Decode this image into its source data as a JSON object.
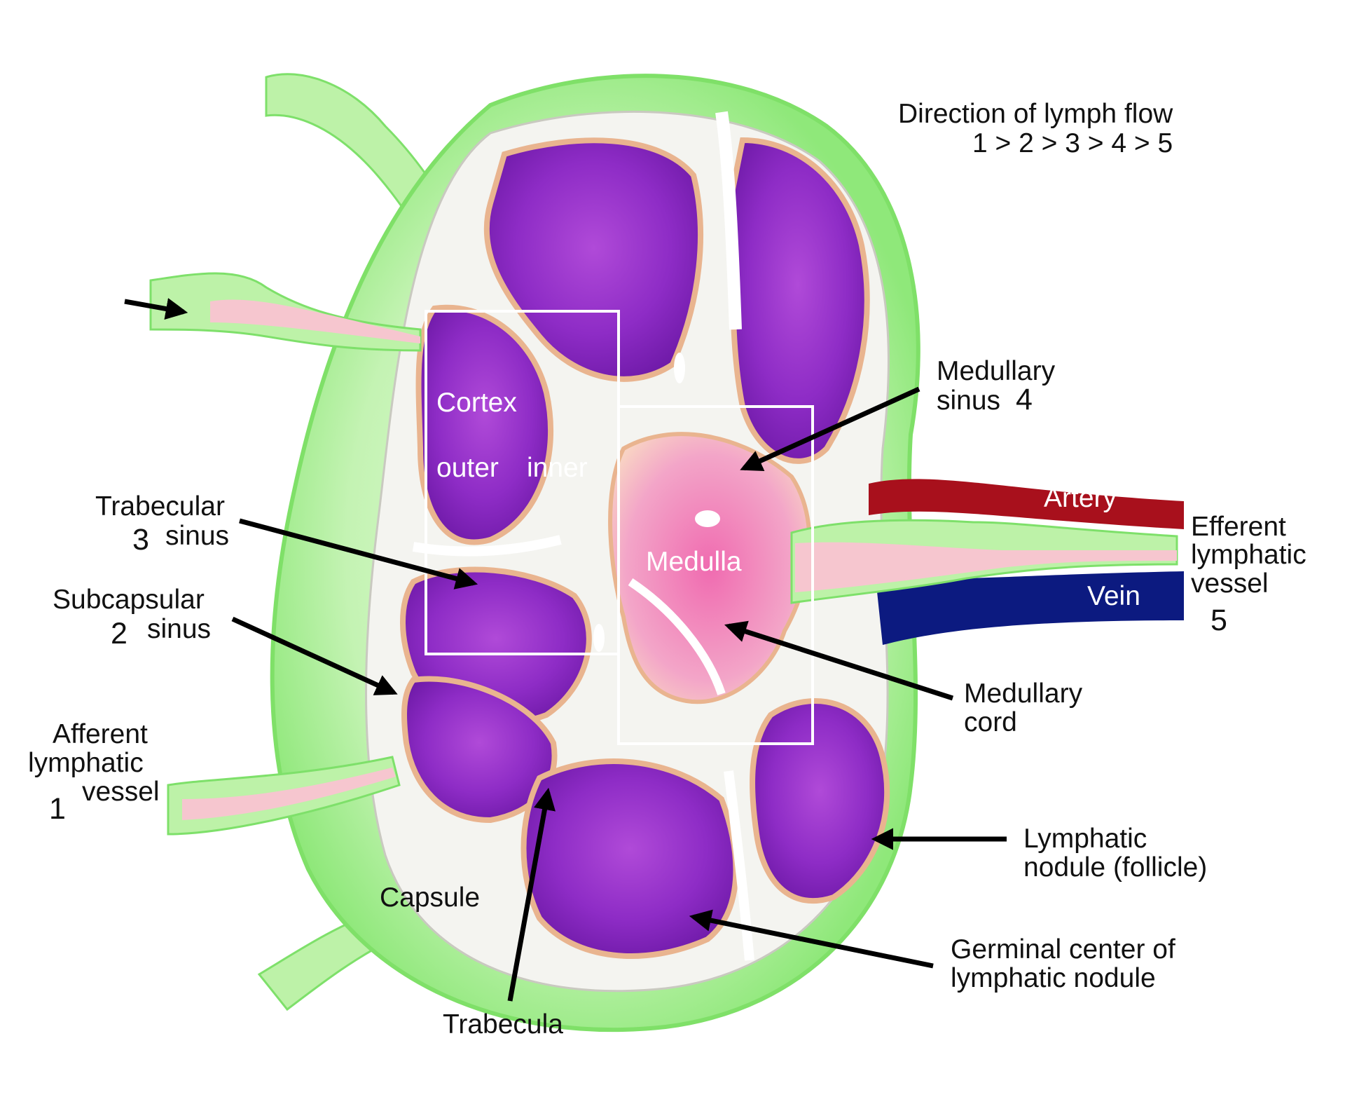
{
  "title_line1": "Direction of lymph flow",
  "title_line2": "1 > 2 > 3 > 4 > 5",
  "labels": {
    "medullary_sinus": {
      "line1": "Medullary",
      "line2": "sinus",
      "num": "4"
    },
    "cortex": "Cortex",
    "outer": "outer",
    "inner": "inner",
    "medulla": "Medulla",
    "artery": "Artery",
    "vein": "Vein",
    "efferent": {
      "line1": "Efferent",
      "line2": "lymphatic",
      "line3": "vessel",
      "num": "5"
    },
    "trabecular_sinus": {
      "line1": "Trabecular",
      "line2": "sinus",
      "num": "3"
    },
    "subcapsular_sinus": {
      "line1": "Subcapsular",
      "line2": "sinus",
      "num": "2"
    },
    "afferent": {
      "line1": "Afferent",
      "line2": "lymphatic",
      "line3": "vessel",
      "num": "1"
    },
    "medullary_cord": {
      "line1": "Medullary",
      "line2": "cord"
    },
    "lymphatic_nodule": {
      "line1": "Lymphatic",
      "line2": "nodule (follicle)"
    },
    "capsule": "Capsule",
    "germinal_center": {
      "line1": "Germinal center of",
      "line2": "lymphatic nodule"
    },
    "trabecula": "Trabecula"
  },
  "colors": {
    "capsule_green": "#b8f0a6",
    "cortex_purple": "#8a2bc4",
    "medulla_pink": "#f2a0c4",
    "artery_red": "#a8101c",
    "vein_blue": "#0c1a80",
    "lymph_pink": "#f6c6cf"
  }
}
